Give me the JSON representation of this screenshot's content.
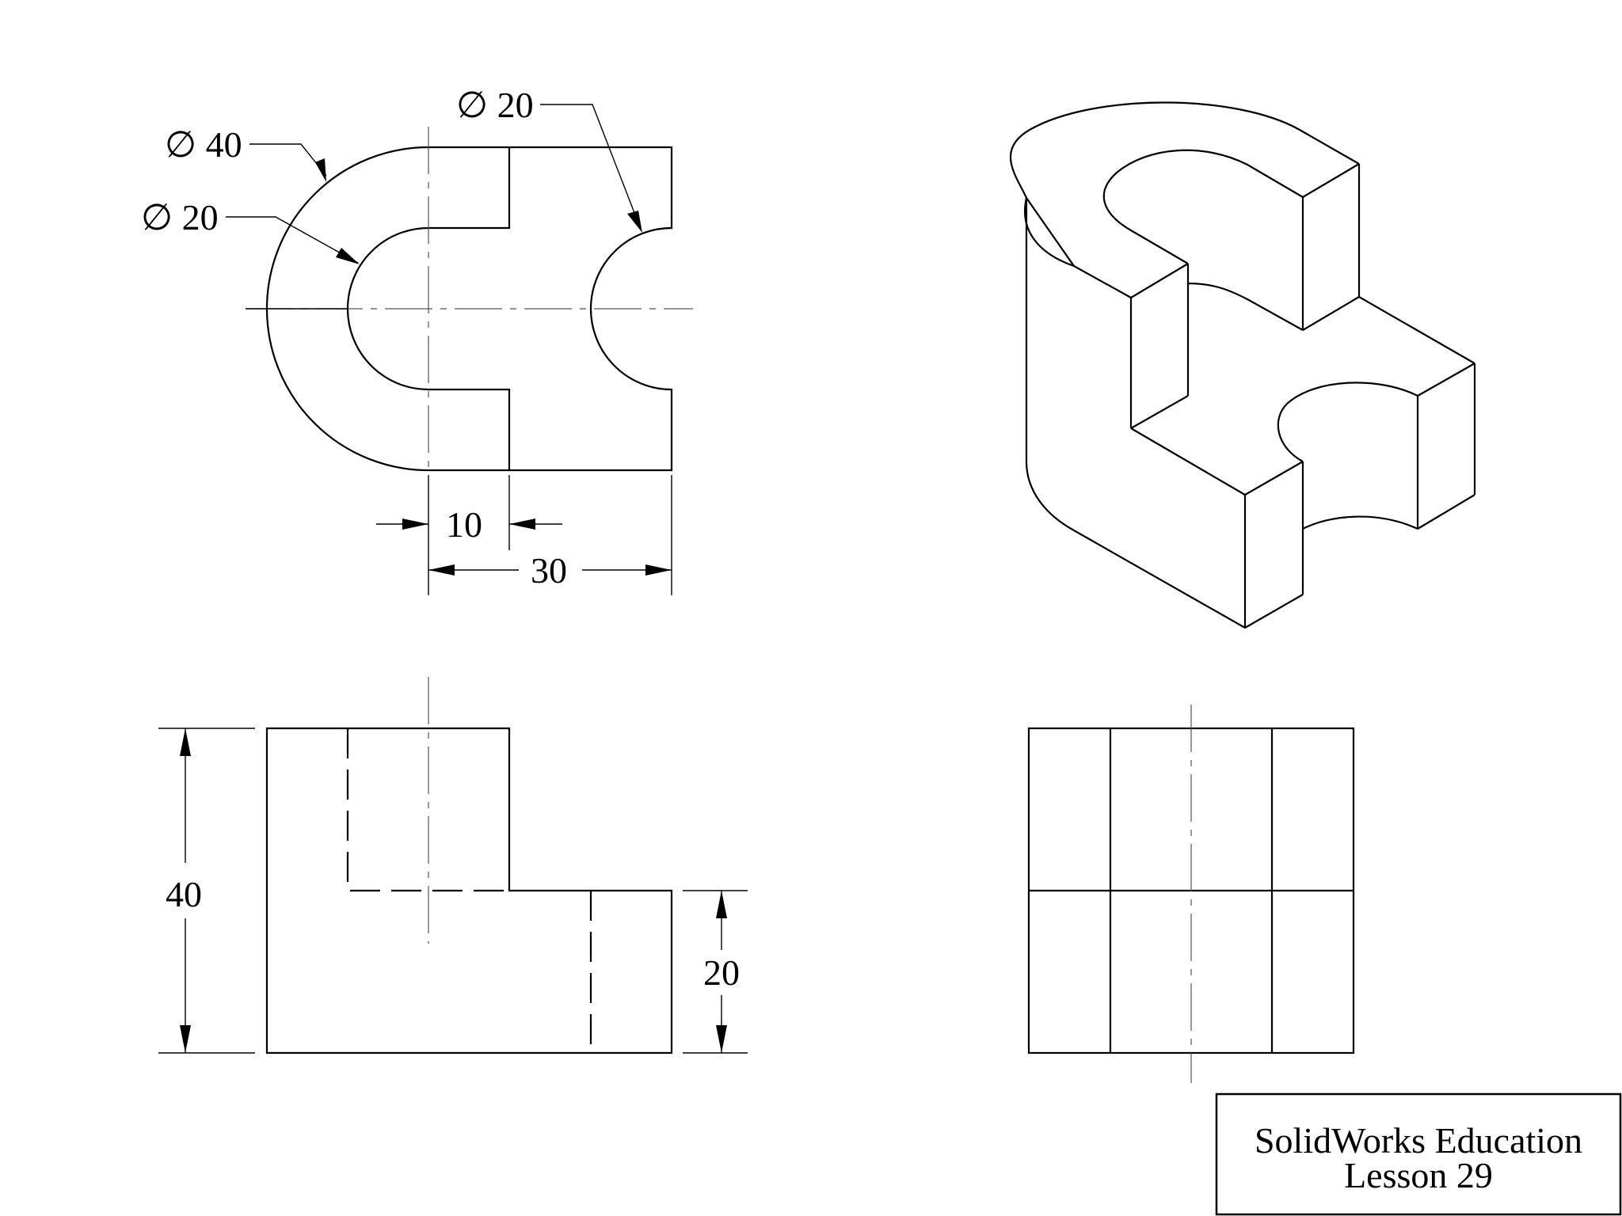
{
  "top_view": {
    "dims": {
      "dia_outer": "∅ 40",
      "dia_inner": "∅ 20",
      "dia_right": "∅ 20",
      "dim_10": "10",
      "dim_30": "30"
    }
  },
  "front_view": {
    "dims": {
      "height_total": "40",
      "height_step": "20"
    }
  },
  "title_block": {
    "line1": "SolidWorks Education",
    "line2": "Lesson 29"
  }
}
